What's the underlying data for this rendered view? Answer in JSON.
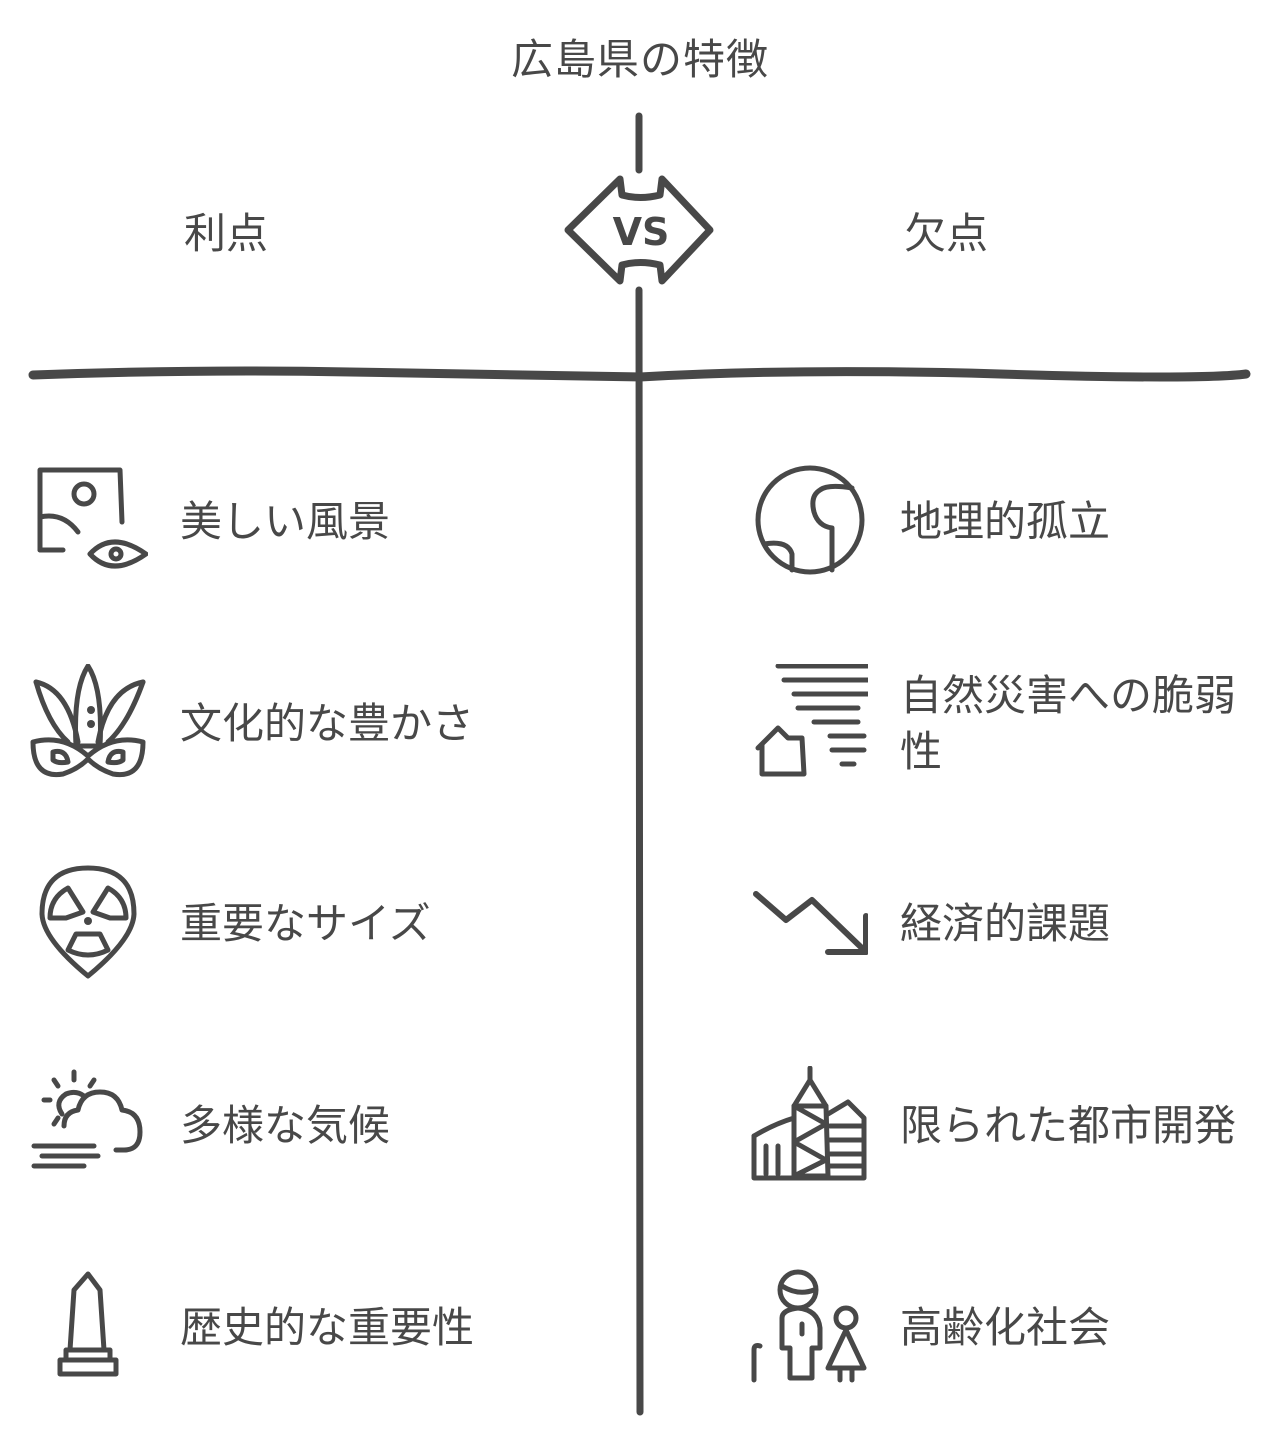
{
  "title": "広島県の特徴",
  "vs_label": "VS",
  "columns": {
    "left": {
      "heading": "利点"
    },
    "right": {
      "heading": "欠点"
    }
  },
  "advantages": [
    {
      "label": "美しい風景",
      "icon": "landscape-eye-icon"
    },
    {
      "label": "文化的な豊かさ",
      "icon": "carnival-mask-icon"
    },
    {
      "label": "重要なサイズ",
      "icon": "radiation-pin-icon"
    },
    {
      "label": "多様な気候",
      "icon": "sun-cloud-wind-icon"
    },
    {
      "label": "歴史的な重要性",
      "icon": "monument-obelisk-icon"
    }
  ],
  "disadvantages": [
    {
      "label": "地理的孤立",
      "icon": "globe-icon"
    },
    {
      "label": "自然災害への脆弱性",
      "icon": "tornado-house-icon"
    },
    {
      "label": "経済的課題",
      "icon": "trend-down-arrow-icon"
    },
    {
      "label": "限られた都市開発",
      "icon": "city-buildings-icon"
    },
    {
      "label": "高齢化社会",
      "icon": "elderly-child-icon"
    }
  ],
  "colors": {
    "ink": "#484848",
    "background": "#ffffff"
  }
}
